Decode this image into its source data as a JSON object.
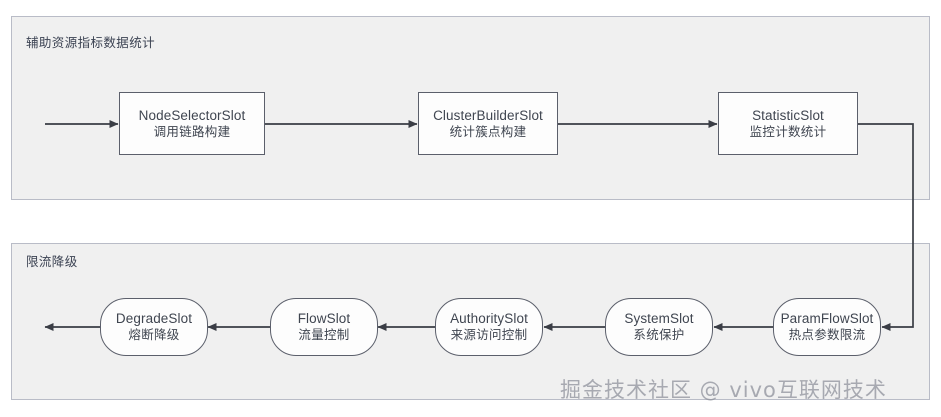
{
  "diagram": {
    "title_watermark": "掘金技术社区 @ vivo互联网技术",
    "sections": [
      {
        "id": "stat",
        "label": "辅助资源指标数据统计"
      },
      {
        "id": "flow",
        "label": "限流降级"
      }
    ],
    "nodes": [
      {
        "id": "node-selector-slot",
        "en": "NodeSelectorSlot",
        "cn": "调用链路构建",
        "shape": "rect",
        "section": "stat"
      },
      {
        "id": "cluster-builder-slot",
        "en": "ClusterBuilderSlot",
        "cn": "统计簇点构建",
        "shape": "rect",
        "section": "stat"
      },
      {
        "id": "statistic-slot",
        "en": "StatisticSlot",
        "cn": "监控计数统计",
        "shape": "rect",
        "section": "stat"
      },
      {
        "id": "param-flow-slot",
        "en": "ParamFlowSlot",
        "cn": "热点参数限流",
        "shape": "round",
        "section": "flow"
      },
      {
        "id": "system-slot",
        "en": "SystemSlot",
        "cn": "系统保护",
        "shape": "round",
        "section": "flow"
      },
      {
        "id": "authority-slot",
        "en": "AuthoritySlot",
        "cn": "来源访问控制",
        "shape": "round",
        "section": "flow"
      },
      {
        "id": "flow-slot",
        "en": "FlowSlot",
        "cn": "流量控制",
        "shape": "round",
        "section": "flow"
      },
      {
        "id": "degrade-slot",
        "en": "DegradeSlot",
        "cn": "熔断降级",
        "shape": "round",
        "section": "flow"
      }
    ],
    "edges": [
      {
        "from": "entry",
        "to": "node-selector-slot",
        "direction": "right"
      },
      {
        "from": "node-selector-slot",
        "to": "cluster-builder-slot",
        "direction": "right"
      },
      {
        "from": "cluster-builder-slot",
        "to": "statistic-slot",
        "direction": "right"
      },
      {
        "from": "statistic-slot",
        "to": "param-flow-slot",
        "direction": "wrap-down-left"
      },
      {
        "from": "param-flow-slot",
        "to": "system-slot",
        "direction": "left"
      },
      {
        "from": "system-slot",
        "to": "authority-slot",
        "direction": "left"
      },
      {
        "from": "authority-slot",
        "to": "flow-slot",
        "direction": "left"
      },
      {
        "from": "flow-slot",
        "to": "degrade-slot",
        "direction": "left"
      },
      {
        "from": "degrade-slot",
        "to": "exit",
        "direction": "left"
      }
    ],
    "colors": {
      "section_fill": "#f0f0f0",
      "section_border": "#b9bcc7",
      "node_fill": "#fdfdfd",
      "node_border": "#5b5f6b",
      "text": "#3f4550",
      "line": "#3a3d45",
      "background": "#ffffff"
    }
  }
}
